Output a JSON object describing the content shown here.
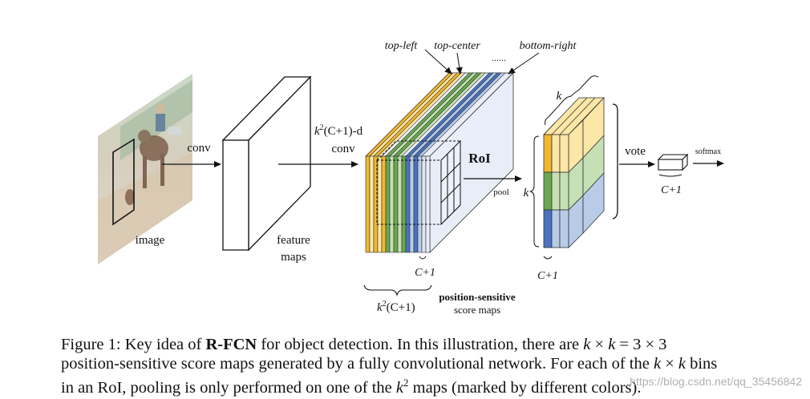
{
  "figure": {
    "labels": {
      "conv1": "conv",
      "image": "image",
      "feature1": "feature",
      "feature2": "maps",
      "kconv_a": "k",
      "kconv_b": "2",
      "kconv_c": "(C+1)-d",
      "kconv_d": "conv",
      "top_left": "top-left",
      "top_center": "top-center",
      "dots": "......",
      "bottom_right": "bottom-right",
      "roi": "RoI",
      "pool": "pool",
      "c1_mid": "C+1",
      "k2c1_a": "k",
      "k2c1_b": "2",
      "k2c1_c": "(C+1)",
      "ps1": "position-sensitive",
      "ps2": "score maps",
      "k_top": "k",
      "k_side": "k",
      "c1_right": "C+1",
      "vote": "vote",
      "softmax": "softmax",
      "c1_box": "C+1"
    },
    "colors": {
      "yellow": "#f2b82d",
      "light_yellow": "#fde7a6",
      "green": "#6aa84f",
      "light_green": "#c5e0b4",
      "blue": "#4a72c0",
      "light_blue": "#b8cce8",
      "pale": "#e8edf8"
    }
  },
  "caption": {
    "l1_a": "Figure 1:  Key idea of ",
    "l1_b": "R-FCN",
    "l1_c": " for object detection.  In this illustration, there are ",
    "l1_d": "k",
    "l1_e": " × ",
    "l1_f": "k",
    "l1_g": " = 3 × 3",
    "l2_a": "position-sensitive score maps generated by a fully convolutional network. For each of the ",
    "l2_b": "k",
    "l2_c": " × ",
    "l2_d": "k",
    "l2_e": " bins",
    "l3_a": "in an RoI, pooling is only performed on one of the ",
    "l3_b": "k",
    "l3_c": "2",
    "l3_d": " maps (marked by different colors)."
  },
  "watermark": "https://blog.csdn.net/qq_35456842"
}
